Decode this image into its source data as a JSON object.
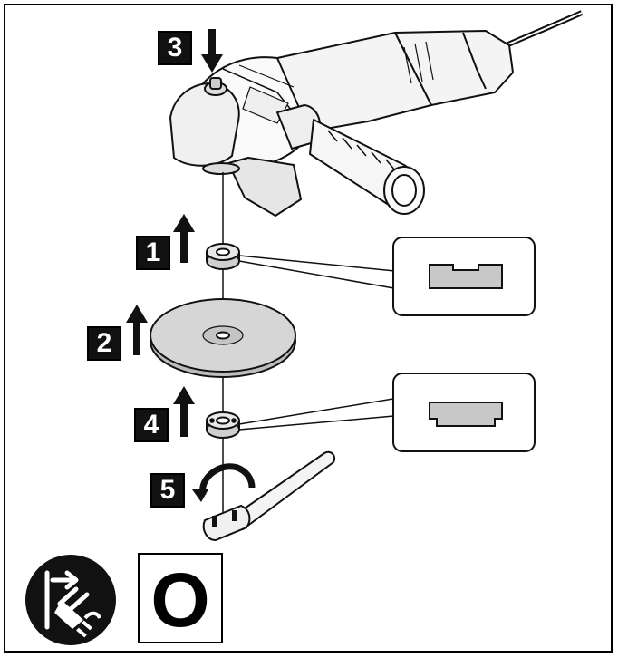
{
  "steps": {
    "step_1": "1",
    "step_2": "2",
    "step_3": "3",
    "step_4": "4",
    "step_5": "5"
  },
  "switch_symbol": "O",
  "icons": {
    "grinder": "angle-grinder-icon",
    "flange": "inner-flange-icon",
    "disc": "grinding-disc-icon",
    "nut": "clamping-nut-icon",
    "wrench": "spanner-wrench-icon",
    "unplug": "unplug-power-icon"
  },
  "colors": {
    "ink": "#111111",
    "disc_fill": "#cfcfcf",
    "detail_fill": "#c8c8c8"
  }
}
